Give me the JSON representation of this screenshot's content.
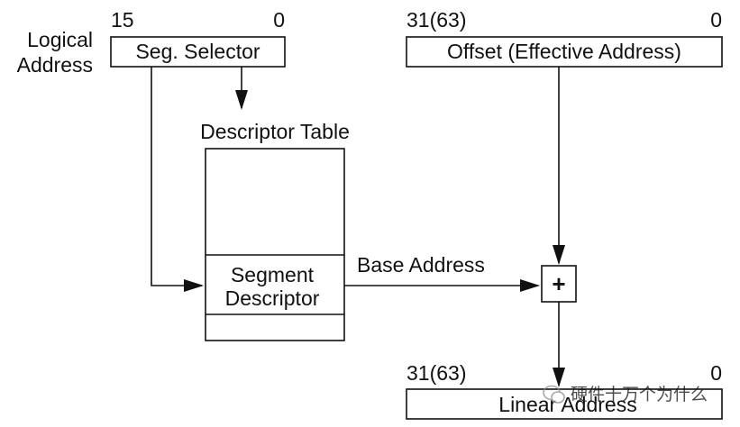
{
  "logical_address": {
    "label_line1": "Logical",
    "label_line2": "Address",
    "selector": {
      "high_bit": "15",
      "low_bit": "0",
      "label": "Seg. Selector"
    },
    "offset": {
      "high_bit": "31(63)",
      "low_bit": "0",
      "label": "Offset (Effective Address)"
    }
  },
  "descriptor_table": {
    "title": "Descriptor Table",
    "entry_line1": "Segment",
    "entry_line2": "Descriptor"
  },
  "base_address_label": "Base Address",
  "adder_symbol": "+",
  "linear_address": {
    "high_bit": "31(63)",
    "low_bit": "0",
    "label": "Linear Address"
  },
  "watermark": {
    "icon": "wechat-logo-icon",
    "text": "硬件十万个为什么"
  },
  "colors": {
    "ink": "#111111",
    "watermark": "#8a8a8a",
    "background": "#ffffff"
  }
}
